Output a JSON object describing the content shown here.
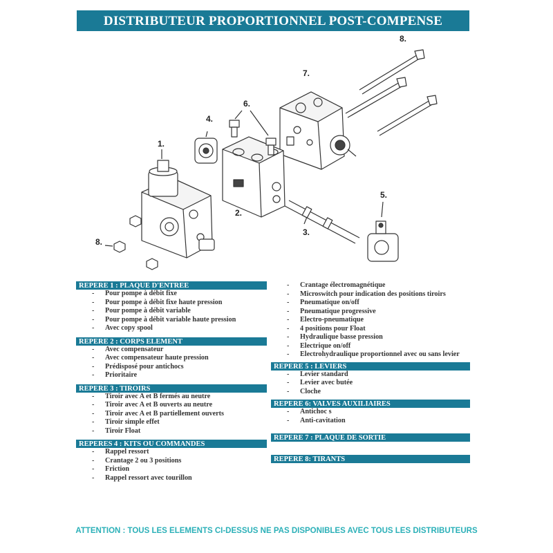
{
  "title": "DISTRIBUTEUR PROPORTIONNEL POST-COMPENSE",
  "callouts": [
    "1.",
    "2.",
    "3.",
    "4.",
    "5.",
    "6.",
    "7.",
    "8.",
    "8."
  ],
  "sections_left": [
    {
      "heading": "REPERE 1 : PLAQUE D'ENTREE",
      "items": [
        "Pour pompe à débit fixe",
        "Pour pompe à débit fixe haute pression",
        "Pour pompe à débit variable",
        "Pour pompe à débit variable haute pression",
        "Avec copy spool"
      ]
    },
    {
      "heading": "REPERE 2 : CORPS ELEMENT",
      "items": [
        "Avec compensateur",
        "Avec compensateur haute pression",
        "Prédisposé pour antichocs",
        "Prioritaire"
      ]
    },
    {
      "heading": "REPERE 3 : TIROIRS",
      "items": [
        "Tiroir avec A et B fermés au neutre",
        "Tiroir avec A et B ouverts au neutre",
        "Tiroir avec A et B partiellement ouverts",
        "Tiroir simple effet",
        "Tiroir Float"
      ]
    },
    {
      "heading": "REPERES 4 : KITS OU COMMANDES",
      "items": [
        "Rappel ressort",
        "Crantage 2 ou 3 positions",
        "Friction",
        "Rappel ressort avec tourillon"
      ]
    }
  ],
  "repere4_continued": [
    "Crantage électromagnétique",
    "Microswitch pour indication des positions tiroirs",
    "Pneumatique on/off",
    "Pneumatique progressive",
    "Electro-pneumatique",
    "4 positions pour Float",
    "Hydraulique basse pression",
    "Electrique on/off",
    "Electrohydraulique proportionnel avec ou sans levier"
  ],
  "sections_right": [
    {
      "heading": "REPERE 5 : LEVIERS",
      "items": [
        "Levier standard",
        "Levier avec butée",
        "Cloche"
      ]
    },
    {
      "heading": "REPERE 6: VALVES AUXILIAIRES",
      "items": [
        "Antichoc s",
        "Anti-cavitation"
      ]
    },
    {
      "heading": "REPERE 7 : PLAQUE DE SORTIE",
      "items": []
    },
    {
      "heading": "REPERE 8: TIRANTS",
      "items": []
    }
  ],
  "warning": "ATTENTION : TOUS LES ELEMENTS CI-DESSUS NE PAS DISPONIBLES AVEC TOUS LES DISTRIBUTEURS",
  "colors": {
    "accent": "#1a7a96",
    "warning": "#2bb0b8"
  }
}
